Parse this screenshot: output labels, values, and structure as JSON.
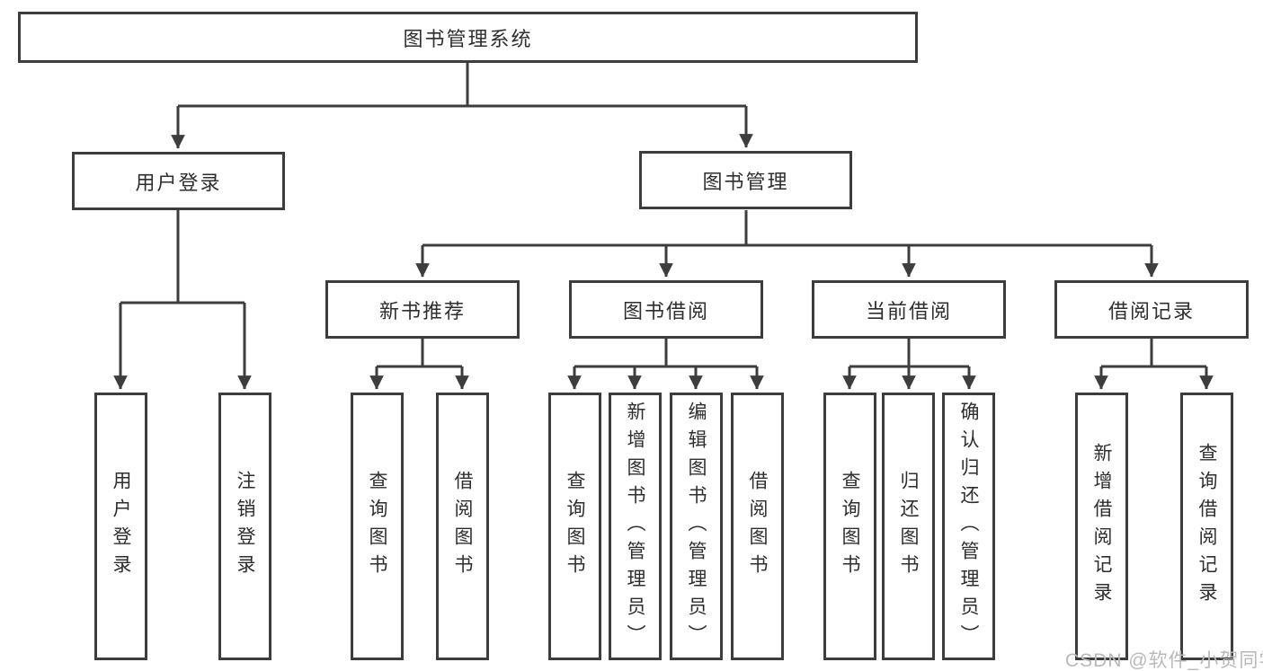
{
  "diagram_title": "图书管理系统",
  "boxes": {
    "root": "图书管理系统",
    "level2": {
      "user_login": "用户登录",
      "book_mgmt": "图书管理"
    },
    "level3": {
      "new_books": "新书推荐",
      "borrowing": "图书借阅",
      "current": "当前借阅",
      "records": "借阅记录"
    },
    "leaves": {
      "login": "用户登录",
      "logout": "注销登录",
      "nb_query": "查询图书",
      "nb_borrow": "借阅图书",
      "bb_query": "查询图书",
      "bb_add": "新增图书（管理员）",
      "bb_edit": "编辑图书（管理员）",
      "bb_borrow": "借阅图书",
      "cb_query": "查询图书",
      "cb_return": "归还图书",
      "cb_confirm": "确认归还（管理员）",
      "br_add": "新增借阅记录",
      "br_query": "查询借阅记录"
    }
  },
  "watermark": "CSDN @软件_小贺同学",
  "colors": {
    "line": "#3d3d3d",
    "text": "#2e2e2e",
    "watermark": "#b9b9b9",
    "background": "#ffffff"
  }
}
